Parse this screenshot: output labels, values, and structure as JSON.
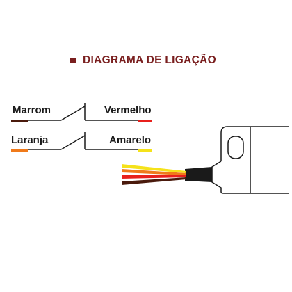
{
  "title": {
    "text": "DIAGRAMA DE LIGAÇÃO",
    "color": "#7a1f1f"
  },
  "wires": {
    "marrom": {
      "label": "Marrom",
      "color": "#4a1a0c"
    },
    "vermelho": {
      "label": "Vermelho",
      "color": "#e8201c"
    },
    "laranja": {
      "label": "Laranja",
      "color": "#f07a1a"
    },
    "amarelo": {
      "label": "Amarelo",
      "color": "#f5e21a"
    }
  },
  "line_color": "#1a1a1a"
}
